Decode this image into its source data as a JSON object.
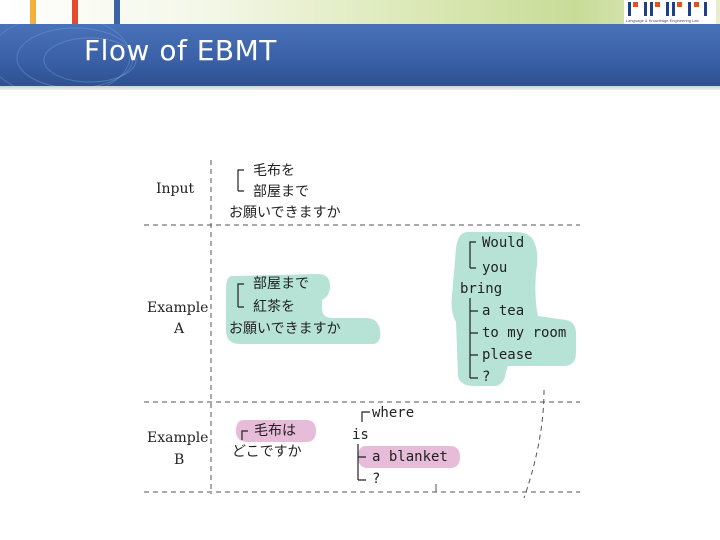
{
  "slide": {
    "title": "Flow of EBMT",
    "logo_text": "Language & Knowledge Engineering Lab"
  },
  "figure": {
    "rows": {
      "input_label": "Input",
      "example_a_label_1": "Example",
      "example_a_label_2": "A",
      "example_b_label_1": "Example",
      "example_b_label_2": "B"
    },
    "input": {
      "line1": "毛布を",
      "line2": "部屋まで",
      "line3": "お願いできますか"
    },
    "example_a_jp": {
      "line1": "部屋まで",
      "line2": "紅茶を",
      "line3": "お願いできますか"
    },
    "example_a_en": {
      "would": "Would",
      "you": "you",
      "bring": "bring",
      "a_tea": "a tea",
      "to_my_room": "to my room",
      "please": "please",
      "question": "?"
    },
    "example_b_jp": {
      "line1": "毛布は",
      "line2": "どこですか"
    },
    "example_b_en": {
      "where": "where",
      "is": "is",
      "a_blanket": "a blanket",
      "question": "?"
    },
    "colors": {
      "teal_highlight": "#b6e3d6",
      "pink_highlight": "#e6bcd8",
      "title_bar": "#3b61a8"
    }
  }
}
